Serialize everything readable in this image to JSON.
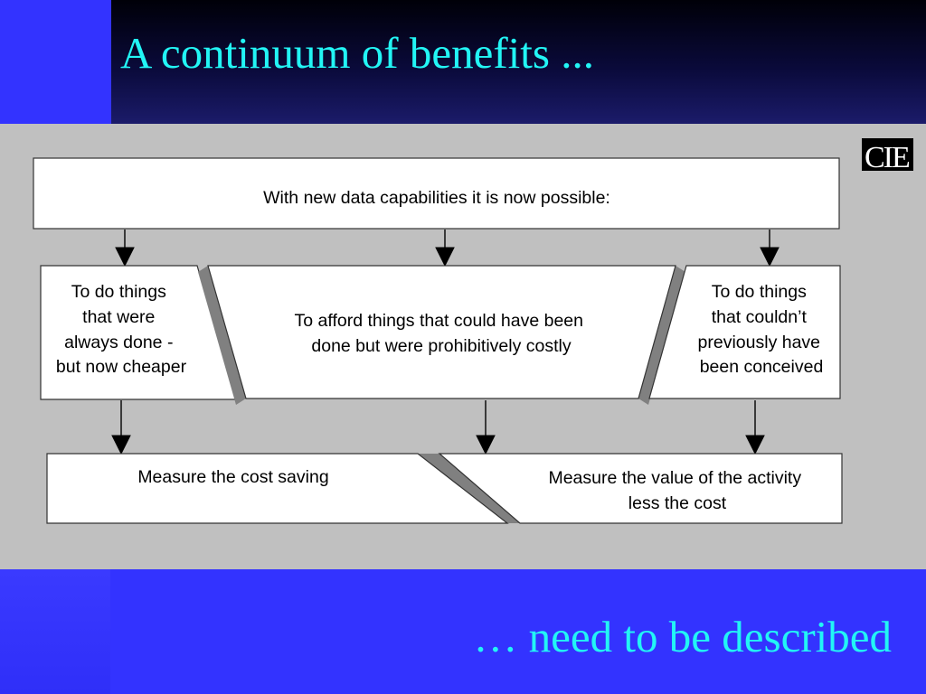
{
  "slide": {
    "title": "A continuum of benefits ...",
    "footer": "… need to be described",
    "logo_text": "CIE"
  },
  "colors": {
    "background_blue": "#3333ff",
    "title_cyan": "#22f5f5",
    "panel_gray": "#c0c0c0"
  },
  "diagram": {
    "top_box": "With new data capabilities it is now possible:",
    "left_box": [
      "To do things",
      "that were",
      "always done -",
      "but now cheaper"
    ],
    "middle_box": [
      "To afford things that could have been",
      "done but were prohibitively costly"
    ],
    "right_box": [
      "To do things",
      "that couldn’t",
      "previously have",
      "been conceived"
    ],
    "bottom_left": "Measure the cost saving",
    "bottom_right": [
      "Measure the value of the activity",
      "less the cost"
    ]
  }
}
